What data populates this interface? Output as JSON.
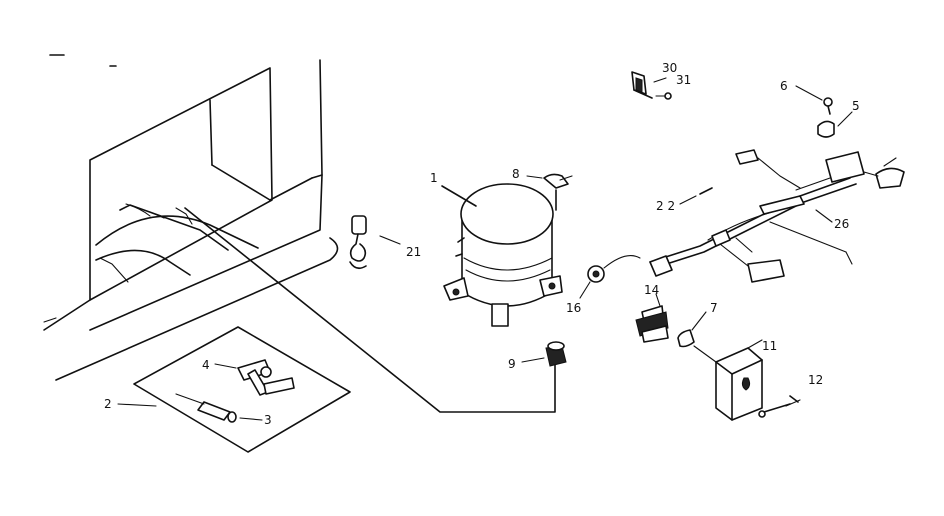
{
  "callouts": {
    "c1": "1",
    "c2": "2",
    "c3": "3",
    "c4": "4",
    "c5": "5",
    "c6": "6",
    "c7": "7",
    "c8": "8",
    "c9": "9",
    "c11": "11",
    "c12": "12",
    "c14": "14",
    "c16": "16",
    "c21": "21",
    "c22": "2 2",
    "c26": "26",
    "c30": "30",
    "c31": "31"
  }
}
